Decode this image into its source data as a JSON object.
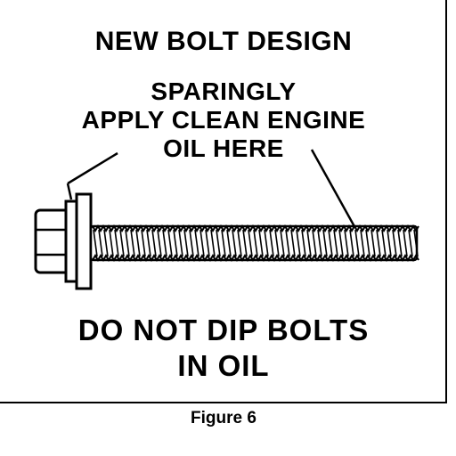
{
  "diagram": {
    "title": "NEW BOLT DESIGN",
    "instruction_lines": [
      "SPARINGLY",
      "APPLY CLEAN ENGINE",
      "OIL HERE"
    ],
    "warning_lines": [
      "DO NOT DIP BOLTS",
      "IN OIL"
    ],
    "caption": "Figure 6"
  }
}
